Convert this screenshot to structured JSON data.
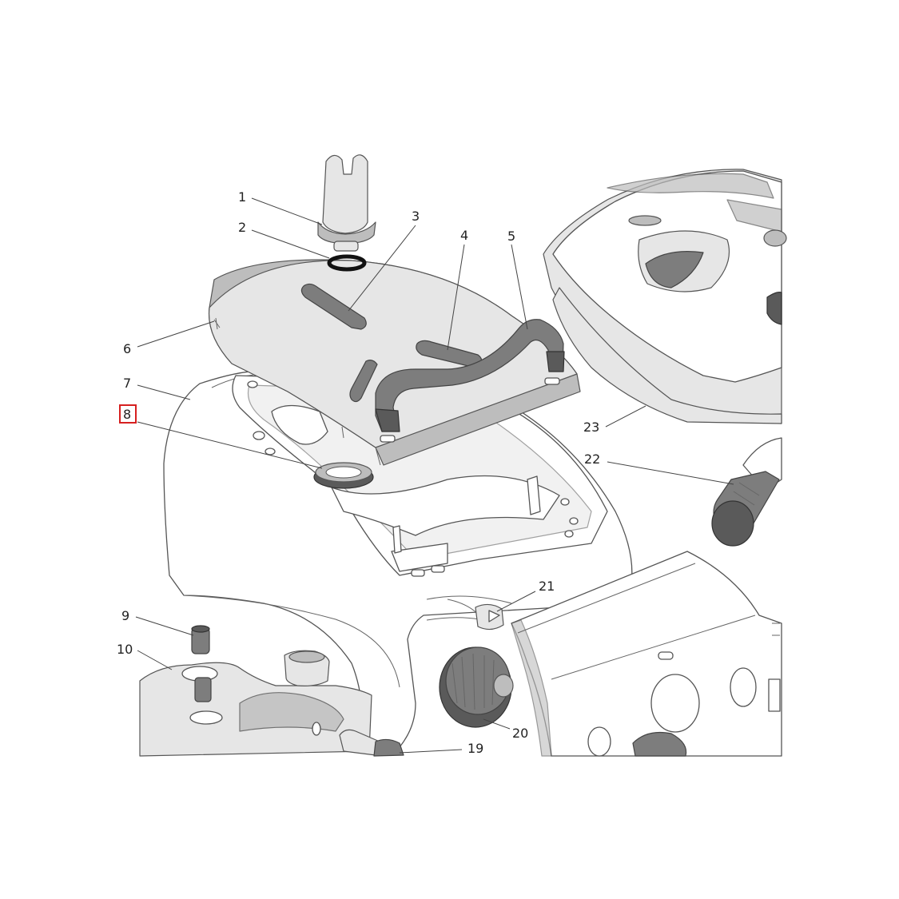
{
  "callouts": [
    "1",
    "2",
    "3",
    "4",
    "5",
    "6",
    "7",
    "8",
    "9",
    "10",
    "19",
    "20",
    "21",
    "22",
    "23"
  ],
  "highlighted_callout": "8",
  "colors": {
    "highlight": "#d62020",
    "line": "#444444",
    "part_dark": "#7d7d7d",
    "part_mid": "#bdbdbd",
    "part_light": "#e6e6e6"
  }
}
